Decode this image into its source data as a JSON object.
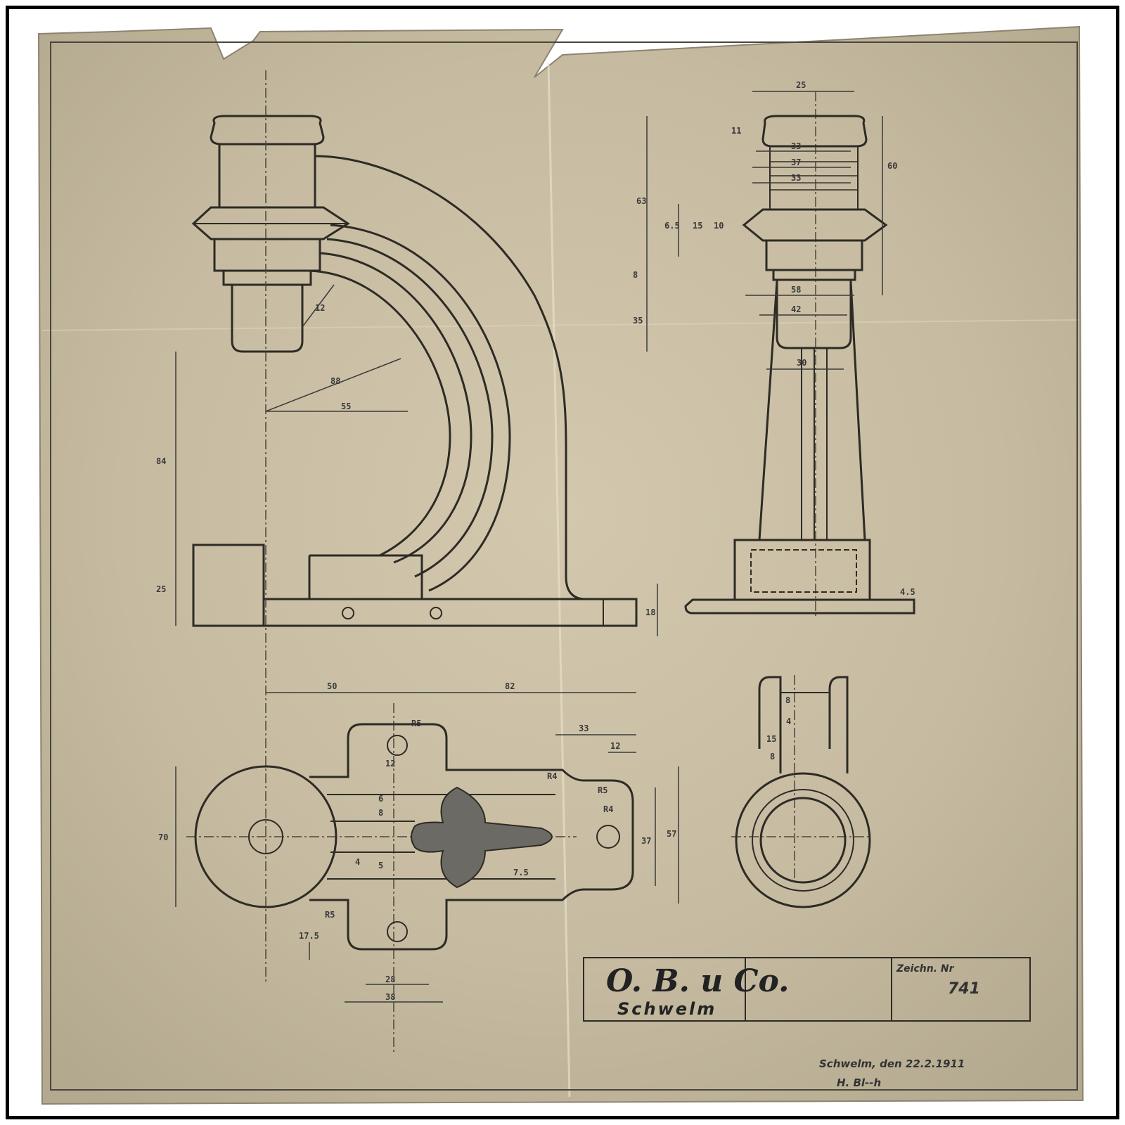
{
  "drawing": {
    "title_block": {
      "company": "O. B. u Co.",
      "city": "Schwelm",
      "drawing_label": "Zeichn. Nr",
      "drawing_number": "741"
    },
    "footer": {
      "place_date": "Schwelm, den 22.2.1911",
      "signature": "H. Bl--h"
    },
    "dimensions": {
      "front_reach_radius": "88",
      "front_reach": "55",
      "front_angle": "12",
      "front_height": "84",
      "front_base": "25",
      "base_thickness": "18",
      "side_top_width": "25",
      "side_ring_a": "11",
      "side_ring_b": "33",
      "side_ring_c": "37",
      "side_ring_d": "33",
      "side_height_right": "60",
      "side_height_left": "63",
      "side_small_a": "6.5",
      "side_small_b": "15",
      "side_small_c": "10",
      "side_small_d": "8",
      "side_lower_a": "58",
      "side_lower_b": "42",
      "side_lower_c": "30",
      "side_lower_left": "35",
      "side_base_offset": "4.5",
      "plan_left": "50",
      "plan_right": "82",
      "plan_lug_a": "12",
      "plan_lug_r": "R5",
      "plan_lug_b": "33",
      "plan_lug_c": "12",
      "plan_width": "70",
      "plan_inner": "37",
      "plan_outer": "57",
      "plan_mid_a": "6",
      "plan_mid_b": "8",
      "plan_mid_c": "4",
      "plan_mid_d": "5",
      "plan_slot": "7.5",
      "plan_r_a": "R4",
      "plan_r_b": "R5",
      "plan_r_c": "R4",
      "plan_bottom_a": "28",
      "plan_bottom_b": "38",
      "plan_bottom_left": "17.5",
      "plan_bottom_r": "R5",
      "ring_a": "8",
      "ring_b": "15",
      "ring_c": "4",
      "ring_d": "8"
    }
  },
  "colors": {
    "paper": "#c9bea4",
    "line": "#2e2b25",
    "shade": "#6b6a64"
  }
}
